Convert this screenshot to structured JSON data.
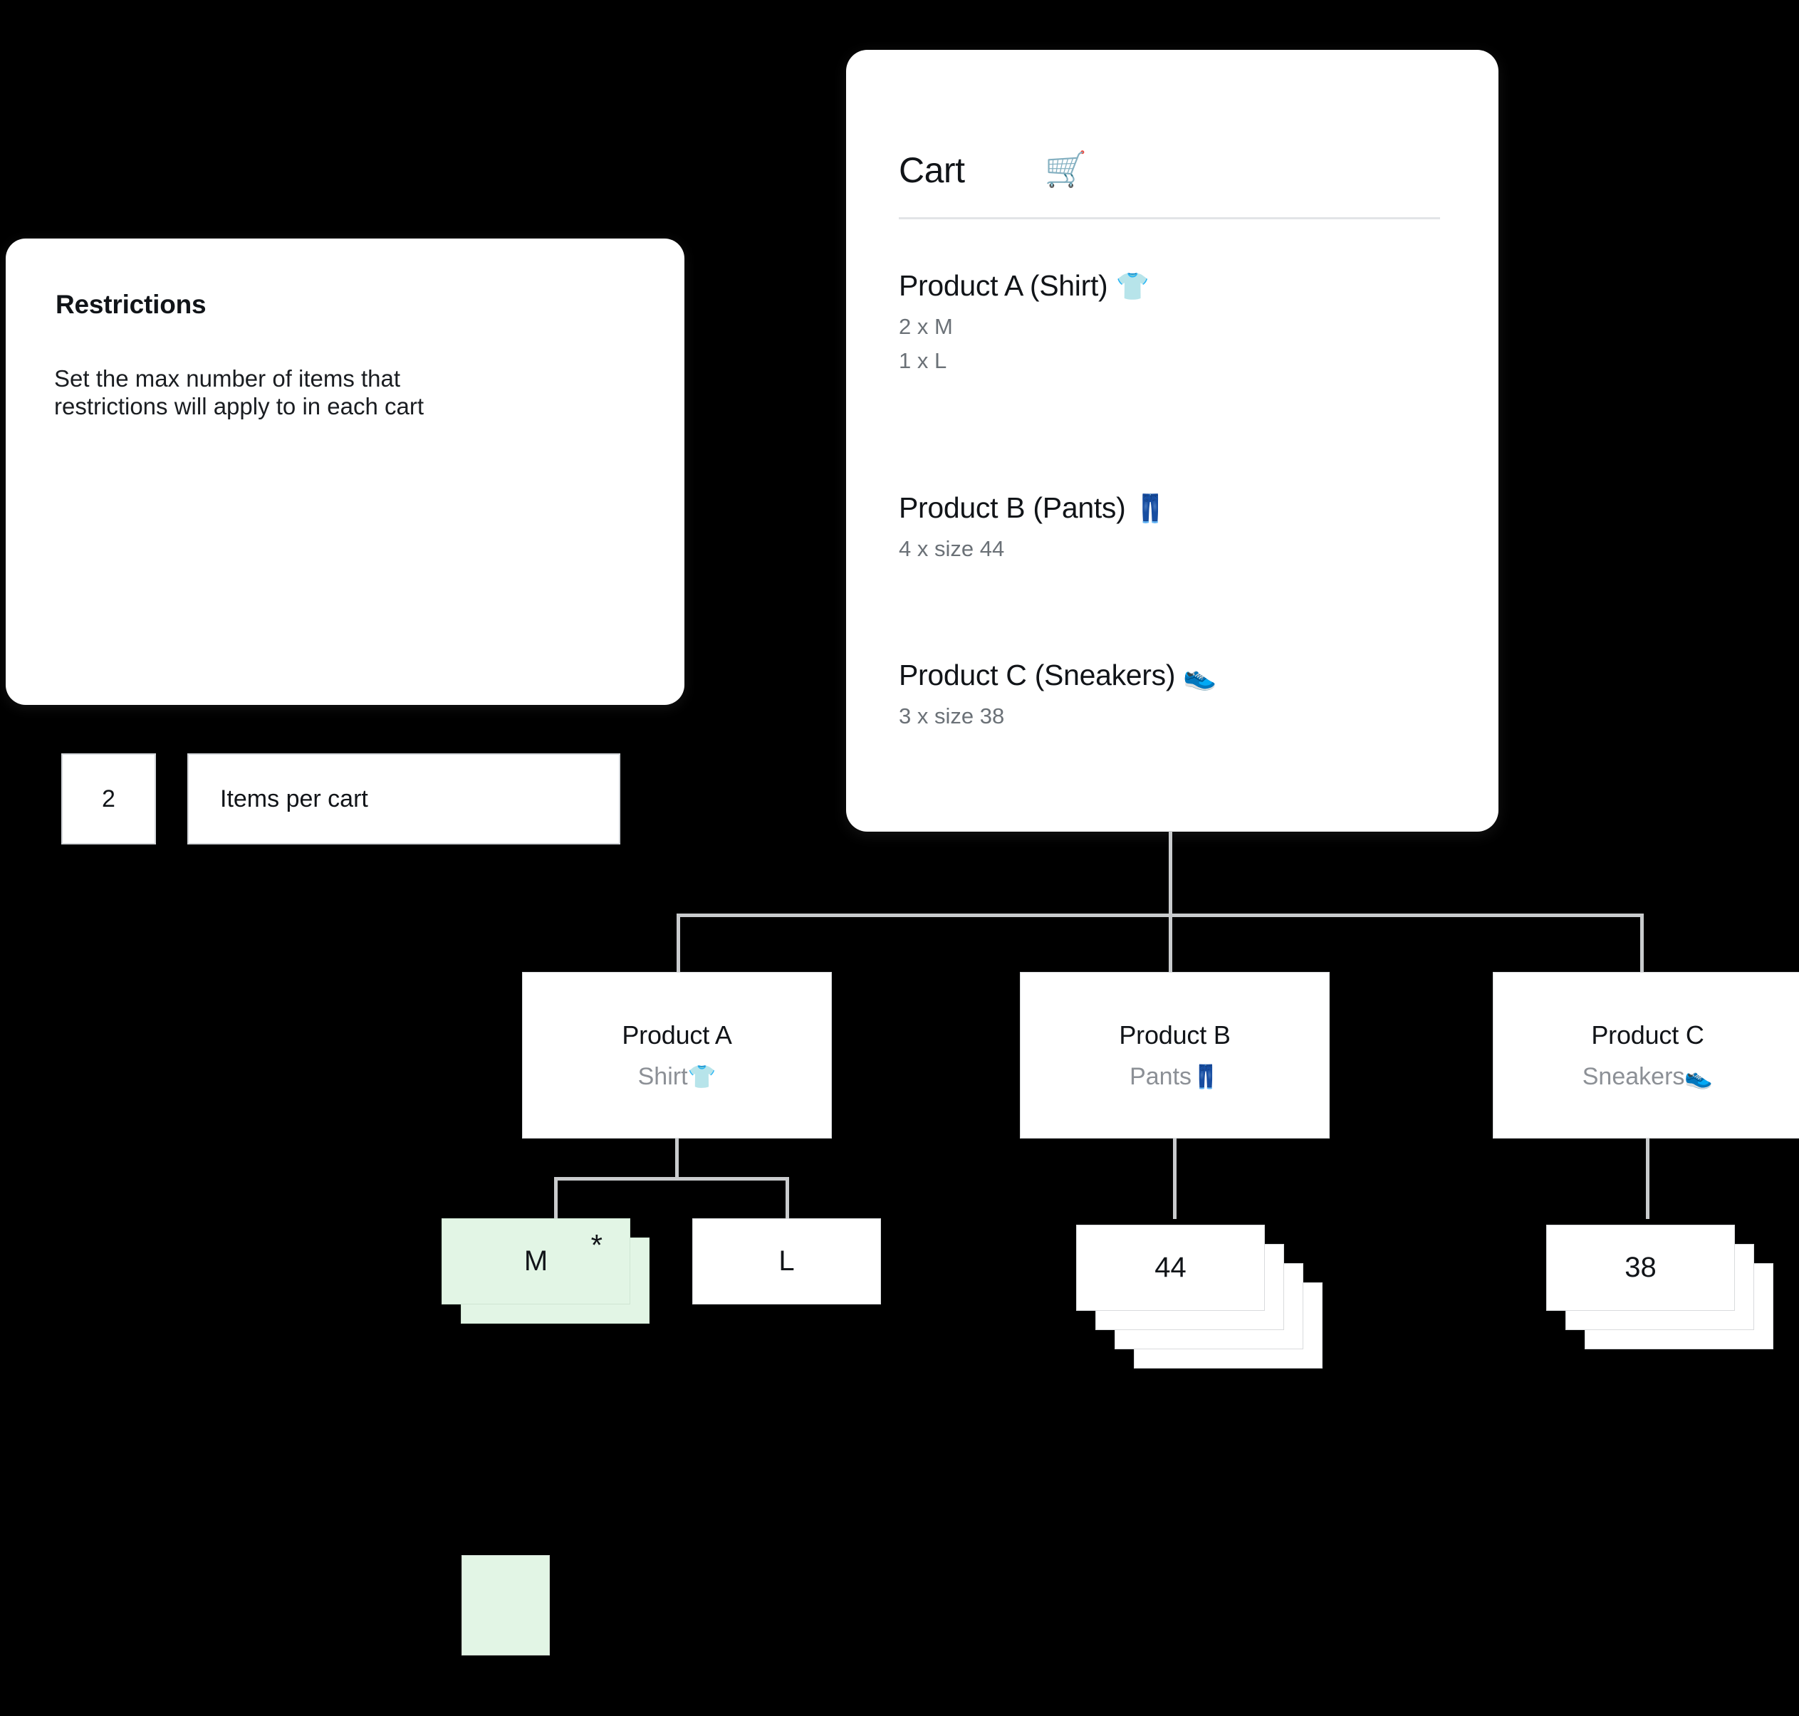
{
  "restrictions_panel": {
    "title": "Restrictions",
    "description_line1": "Set the max number of items  that",
    "description_line2": "restrictions will apply to in each cart",
    "quantity_value": "2",
    "unit_value": "Items per cart"
  },
  "cart_card": {
    "title": "Cart",
    "cart_icon": "🛒",
    "items": [
      {
        "title": "Product A (Shirt)",
        "emoji": "👕",
        "lines": [
          "2 x M",
          "1 x L"
        ]
      },
      {
        "title": "Product B (Pants)",
        "emoji": "👖",
        "lines": [
          "4 x size 44"
        ]
      },
      {
        "title": "Product C (Sneakers)",
        "emoji": "👟",
        "lines": [
          "3 x size 38"
        ]
      }
    ]
  },
  "tree": {
    "nodes": [
      {
        "title": "Product A",
        "subtitle": "Shirt",
        "emoji": "👕"
      },
      {
        "title": "Product B",
        "subtitle": "Pants",
        "emoji": "👖"
      },
      {
        "title": "Product C",
        "subtitle": "Sneakers",
        "emoji": "👟"
      }
    ],
    "leaves": [
      {
        "label": "M",
        "count": 2,
        "highlighted": true,
        "marker": "*"
      },
      {
        "label": "L",
        "count": 1,
        "highlighted": false,
        "marker": ""
      },
      {
        "label": "44",
        "count": 4,
        "highlighted": false,
        "marker": ""
      },
      {
        "label": "38",
        "count": 3,
        "highlighted": false,
        "marker": ""
      }
    ]
  },
  "legend": {
    "swatch_color": "#e2f5e5"
  },
  "colors": {
    "background": "#000000",
    "card_background": "#ffffff",
    "connector": "#c9cbcd",
    "muted_text": "#8c9096",
    "highlight_green": "#e2f5e5",
    "border": "#d9dbdd"
  }
}
